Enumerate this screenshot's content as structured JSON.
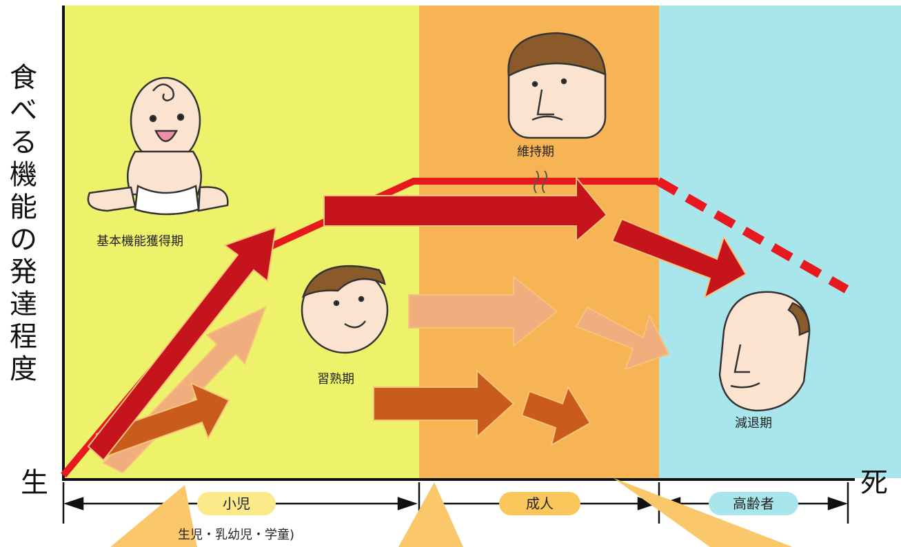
{
  "y_axis_label": [
    "食",
    "べ",
    "る",
    "機",
    "能",
    "の",
    "発",
    "達",
    "程",
    "度"
  ],
  "x_start": "生",
  "x_end": "死",
  "periods": {
    "basic": "基本機能獲得期",
    "mastery": "習熟期",
    "maintenance": "維持期",
    "decline": "減退期"
  },
  "age_groups": {
    "child": "小児",
    "child_sub": "生児・乳幼児・学童)",
    "adult": "成人",
    "elderly": "高齢者"
  },
  "colors": {
    "child_zone": "#eef26a",
    "adult_zone": "#f6b454",
    "elderly_zone": "#a9e6ec",
    "curve": "#e8191e",
    "arrow_dark": "#c5141b",
    "arrow_light": "#f0ad7e",
    "arrow_mid": "#c95c1c",
    "pointer": "#fbc76b"
  }
}
